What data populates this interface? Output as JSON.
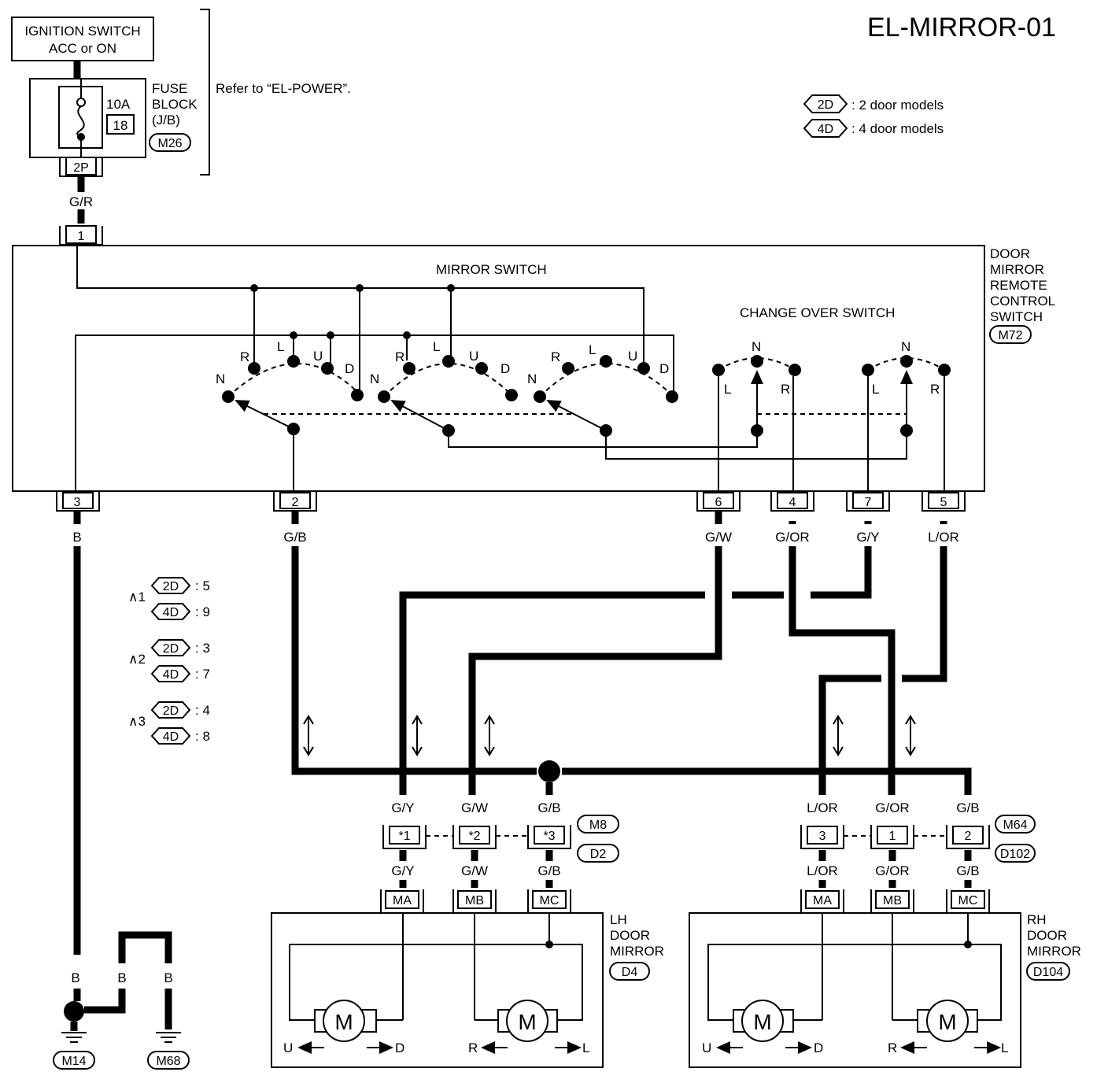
{
  "title": "EL-MIRROR-01",
  "ignition": {
    "line1": "IGNITION SWITCH",
    "line2": "ACC or ON"
  },
  "fuse": {
    "rating": "10A",
    "number": "18",
    "label1": "FUSE",
    "label2": "BLOCK",
    "label3": "(J/B)",
    "connector": "M26",
    "terminal": "2P"
  },
  "refer_note": "Refer to “EL-POWER”.",
  "legend": {
    "d2_tag": "2D",
    "d2_text": ": 2 door models",
    "d4_tag": "4D",
    "d4_text": ": 4 door models"
  },
  "footnotes": {
    "n1": {
      "mark": "∧1",
      "v2d": ": 5",
      "v4d": ": 9"
    },
    "n2": {
      "mark": "∧2",
      "v2d": ": 3",
      "v4d": ": 7"
    },
    "n3": {
      "mark": "∧3",
      "v2d": ": 4",
      "v4d": ": 8"
    },
    "tag2d": "2D",
    "tag4d": "4D"
  },
  "remote_switch": {
    "label": [
      "DOOR",
      "MIRROR",
      "REMOTE",
      "CONTROL",
      "SWITCH"
    ],
    "connector": "M72",
    "mirror_switch_label": "MIRROR SWITCH",
    "change_over_label": "CHANGE OVER SWITCH",
    "input_pin": "1",
    "input_wire": "G/R",
    "pins": [
      "3",
      "2",
      "6",
      "4",
      "7",
      "5"
    ],
    "wires": [
      "B",
      "G/B",
      "G/W",
      "G/OR",
      "G/Y",
      "L/OR"
    ]
  },
  "contact_labels": {
    "R": "R",
    "L": "L",
    "U": "U",
    "D": "D",
    "N": "N"
  },
  "lh_connector": {
    "pins": [
      "*1",
      "*2",
      "*3"
    ],
    "wires_top": [
      "G/Y",
      "G/W",
      "G/B"
    ],
    "wires_bottom": [
      "G/Y",
      "G/W",
      "G/B"
    ],
    "conn1": "M8",
    "conn2": "D2",
    "mirror_pins": [
      "MA",
      "MB",
      "MC"
    ]
  },
  "rh_connector": {
    "pins": [
      "3",
      "1",
      "2"
    ],
    "wires_top": [
      "L/OR",
      "G/OR",
      "G/B"
    ],
    "wires_bottom": [
      "L/OR",
      "G/OR",
      "G/B"
    ],
    "conn1": "M64",
    "conn2": "D102",
    "mirror_pins": [
      "MA",
      "MB",
      "MC"
    ]
  },
  "lh_mirror": {
    "label": [
      "LH",
      "DOOR",
      "MIRROR"
    ],
    "connector": "D4",
    "motor": "M"
  },
  "rh_mirror": {
    "label": [
      "RH",
      "DOOR",
      "MIRROR"
    ],
    "connector": "D104",
    "motor": "M"
  },
  "ground": {
    "wire": "B",
    "g1": "M14",
    "g2": "M68"
  }
}
